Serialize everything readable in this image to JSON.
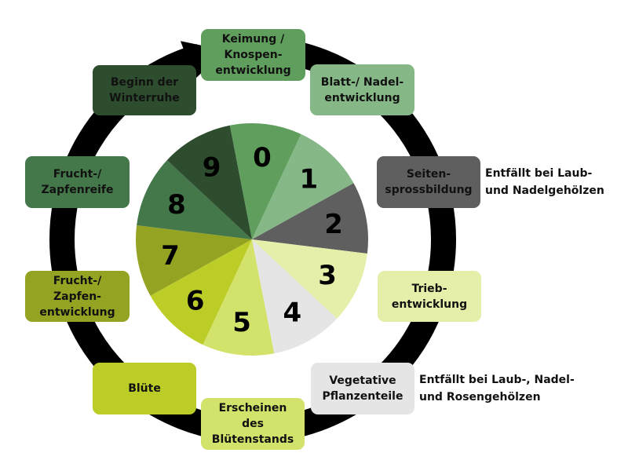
{
  "colors": {
    "ring": "#000000",
    "background": "#ffffff",
    "text": "#111111"
  },
  "stages": [
    {
      "number": "0",
      "label": "Keimung /\nKnospen-\nentwicklung",
      "color": "#5f9e5d"
    },
    {
      "number": "1",
      "label": "Blatt-/ Nadel-\nentwicklung",
      "color": "#85b886"
    },
    {
      "number": "2",
      "label": "Seiten-\nsprossbildung",
      "color": "#5f5f5f",
      "note": "Entfällt bei Laub-\nund Nadelgehölzen"
    },
    {
      "number": "3",
      "label": "Trieb-\nentwicklung",
      "color": "#e6efaa"
    },
    {
      "number": "4",
      "label": "Vegetative\nPflanzenteile",
      "color": "#e5e5e5",
      "note": "Entfällt bei Laub-,  Nadel-\nund Rosengehölzen"
    },
    {
      "number": "5",
      "label": "Erscheinen\ndes\nBlütenstands",
      "color": "#d3e26b"
    },
    {
      "number": "6",
      "label": "Blüte",
      "color": "#bccd27"
    },
    {
      "number": "7",
      "label": "Frucht-/\nZapfen-\nentwicklung",
      "color": "#94a322"
    },
    {
      "number": "8",
      "label": "Frucht-/\nZapfenreife",
      "color": "#44774a"
    },
    {
      "number": "9",
      "label": "Beginn der\nWinterruhe",
      "color": "#2d4d2e"
    }
  ]
}
